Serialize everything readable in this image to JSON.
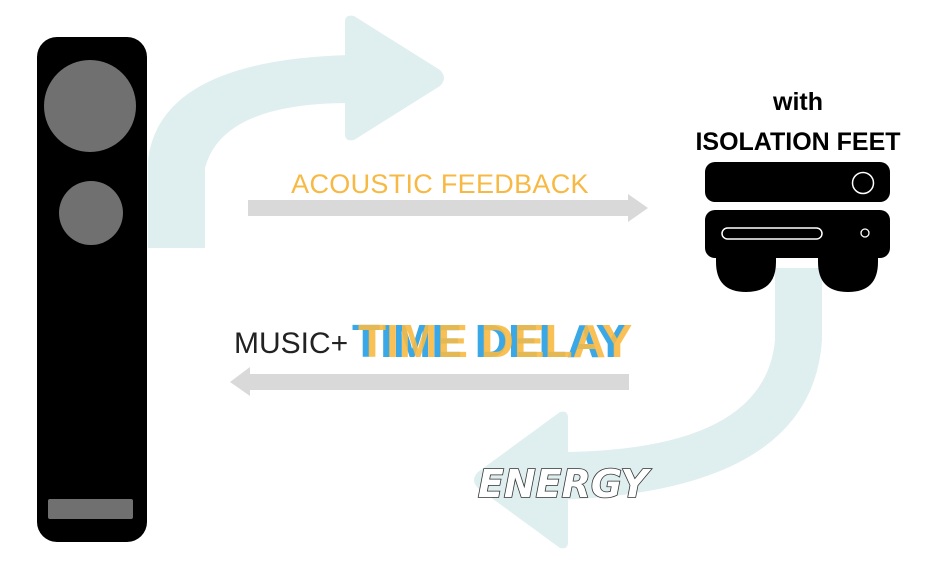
{
  "labels": {
    "heading_line1": "with",
    "heading_line2": "ISOLATION FEET",
    "feedback": "ACOUSTIC FEEDBACK",
    "music_prefix": "MUSIC+",
    "time_delay": "TIME DELAY",
    "energy": "ENERGY"
  },
  "colors": {
    "speaker": "#000000",
    "driver": "#707070",
    "curve_arrow": "#dfeeef",
    "straight_arrow": "#d9d9d9",
    "feedback_text": "#f7b943",
    "time_delay_orange": "#f7b943",
    "time_delay_blue": "#3aa8e6",
    "heading_text": "#000000",
    "music_text": "#222222"
  }
}
